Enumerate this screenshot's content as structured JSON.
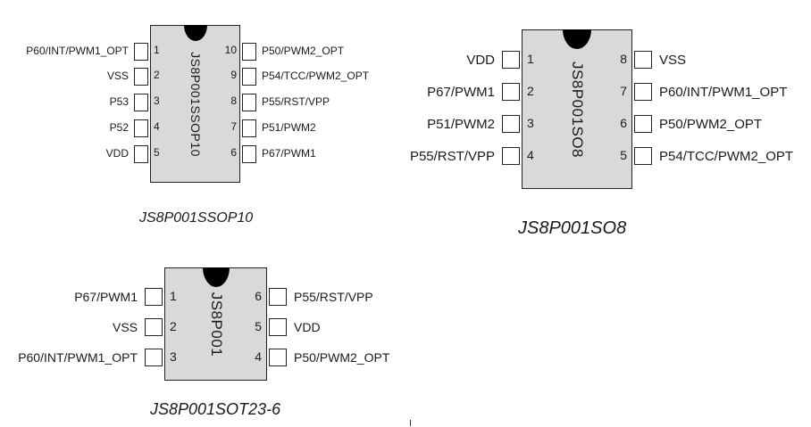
{
  "packages": {
    "ssop10": {
      "label": "JS8P001SSOP10",
      "caption": "JS8P001SSOP10",
      "left_pins": [
        {
          "num": "1",
          "fn": "P60/INT/PWM1_OPT"
        },
        {
          "num": "2",
          "fn": "VSS"
        },
        {
          "num": "3",
          "fn": "P53"
        },
        {
          "num": "4",
          "fn": "P52"
        },
        {
          "num": "5",
          "fn": "VDD"
        }
      ],
      "right_pins": [
        {
          "num": "10",
          "fn": "P50/PWM2_OPT"
        },
        {
          "num": "9",
          "fn": "P54/TCC/PWM2_OPT"
        },
        {
          "num": "8",
          "fn": "P55/RST/VPP"
        },
        {
          "num": "7",
          "fn": "P51/PWM2"
        },
        {
          "num": "6",
          "fn": "P67/PWM1"
        }
      ]
    },
    "so8": {
      "label": "JS8P001SO8",
      "caption": "JS8P001SO8",
      "left_pins": [
        {
          "num": "1",
          "fn": "VDD"
        },
        {
          "num": "2",
          "fn": "P67/PWM1"
        },
        {
          "num": "3",
          "fn": "P51/PWM2"
        },
        {
          "num": "4",
          "fn": "P55/RST/VPP"
        }
      ],
      "right_pins": [
        {
          "num": "8",
          "fn": "VSS"
        },
        {
          "num": "7",
          "fn": "P60/INT/PWM1_OPT"
        },
        {
          "num": "6",
          "fn": "P50/PWM2_OPT"
        },
        {
          "num": "5",
          "fn": "P54/TCC/PWM2_OPT"
        }
      ]
    },
    "sot23": {
      "label": "JS8P001",
      "caption": "JS8P001SOT23-6",
      "left_pins": [
        {
          "num": "1",
          "fn": "P67/PWM1"
        },
        {
          "num": "2",
          "fn": "VSS"
        },
        {
          "num": "3",
          "fn": "P60/INT/PWM1_OPT"
        }
      ],
      "right_pins": [
        {
          "num": "6",
          "fn": "P55/RST/VPP"
        },
        {
          "num": "5",
          "fn": "VDD"
        },
        {
          "num": "4",
          "fn": "P50/PWM2_OPT"
        }
      ]
    }
  }
}
